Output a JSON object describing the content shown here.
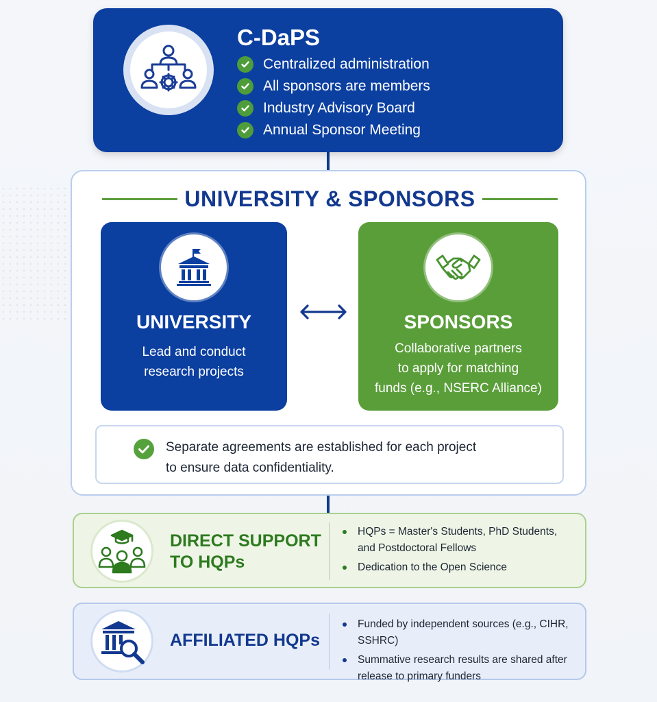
{
  "top": {
    "title": "C-DaPS",
    "icon": "team-gear-icon",
    "items": [
      "Centralized administration",
      "All sponsors are members",
      "Industry Advisory Board",
      "Annual Sponsor Meeting"
    ]
  },
  "middle": {
    "heading": "UNIVERSITY & SPONSORS",
    "university": {
      "icon": "university-building-icon",
      "title": "UNIVERSITY",
      "desc_lines": [
        "Lead and conduct",
        "research projects"
      ]
    },
    "sponsors": {
      "icon": "handshake-icon",
      "title": "SPONSORS",
      "desc_lines": [
        "Collaborative partners",
        "to apply for matching",
        "funds (e.g., NSERC Alliance)"
      ]
    },
    "note_lines": [
      "Separate agreements are established for each project",
      "to ensure data confidentiality."
    ]
  },
  "hqp": {
    "icon": "graduates-group-icon",
    "title_lines": [
      "DIRECT SUPPORT",
      "TO HQPs"
    ],
    "bullets": [
      {
        "lines": [
          "HQPs = Master's Students, PhD Students,",
          "and Postdoctoral Fellows"
        ]
      },
      {
        "lines": [
          "Dedication to the Open Science"
        ]
      }
    ]
  },
  "affiliated": {
    "icon": "institution-search-icon",
    "title": "AFFILIATED HQPs",
    "bullets": [
      {
        "lines": [
          "Funded by independent sources (e.g., CIHR, SSHRC)"
        ]
      },
      {
        "lines": [
          "Summative research results are shared after",
          "release to primary funders"
        ]
      }
    ]
  },
  "colors": {
    "blue": "#0b3fa0",
    "green": "#5a9e3a",
    "dark_green": "#2d7a1f",
    "heading_blue": "#12388f"
  }
}
